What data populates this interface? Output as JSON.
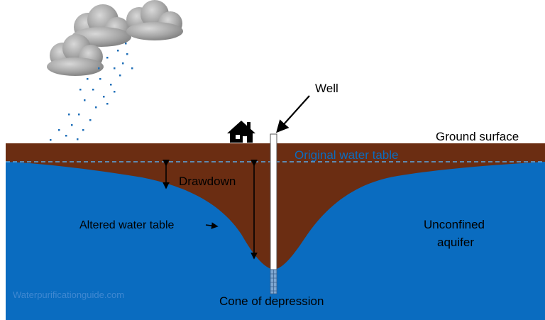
{
  "labels": {
    "well": "Well",
    "ground_surface": "Ground surface",
    "original_water_table": "Original water table",
    "drawdown": "Drawdown",
    "altered_water_table": "Altered water table",
    "unconfined_aquifer_line1": "Unconfined",
    "unconfined_aquifer_line2": "aquifer",
    "cone_of_depression": "Cone of depression",
    "watermark": "Waterpurificationguide.com"
  },
  "colors": {
    "soil": "#6b2d12",
    "aquifer": "#0a6cc0",
    "water_table_dash": "#5aa9e6",
    "rain": "#1f6fb8",
    "cloud": "#9a9a9a",
    "well_casing": "#ffffff",
    "screen": "#7fa6d0",
    "text": "#000000",
    "watermark": "#3f88d1"
  },
  "icons": [
    "cloud-icon",
    "rain-icon",
    "house-icon",
    "arrow-icon"
  ]
}
